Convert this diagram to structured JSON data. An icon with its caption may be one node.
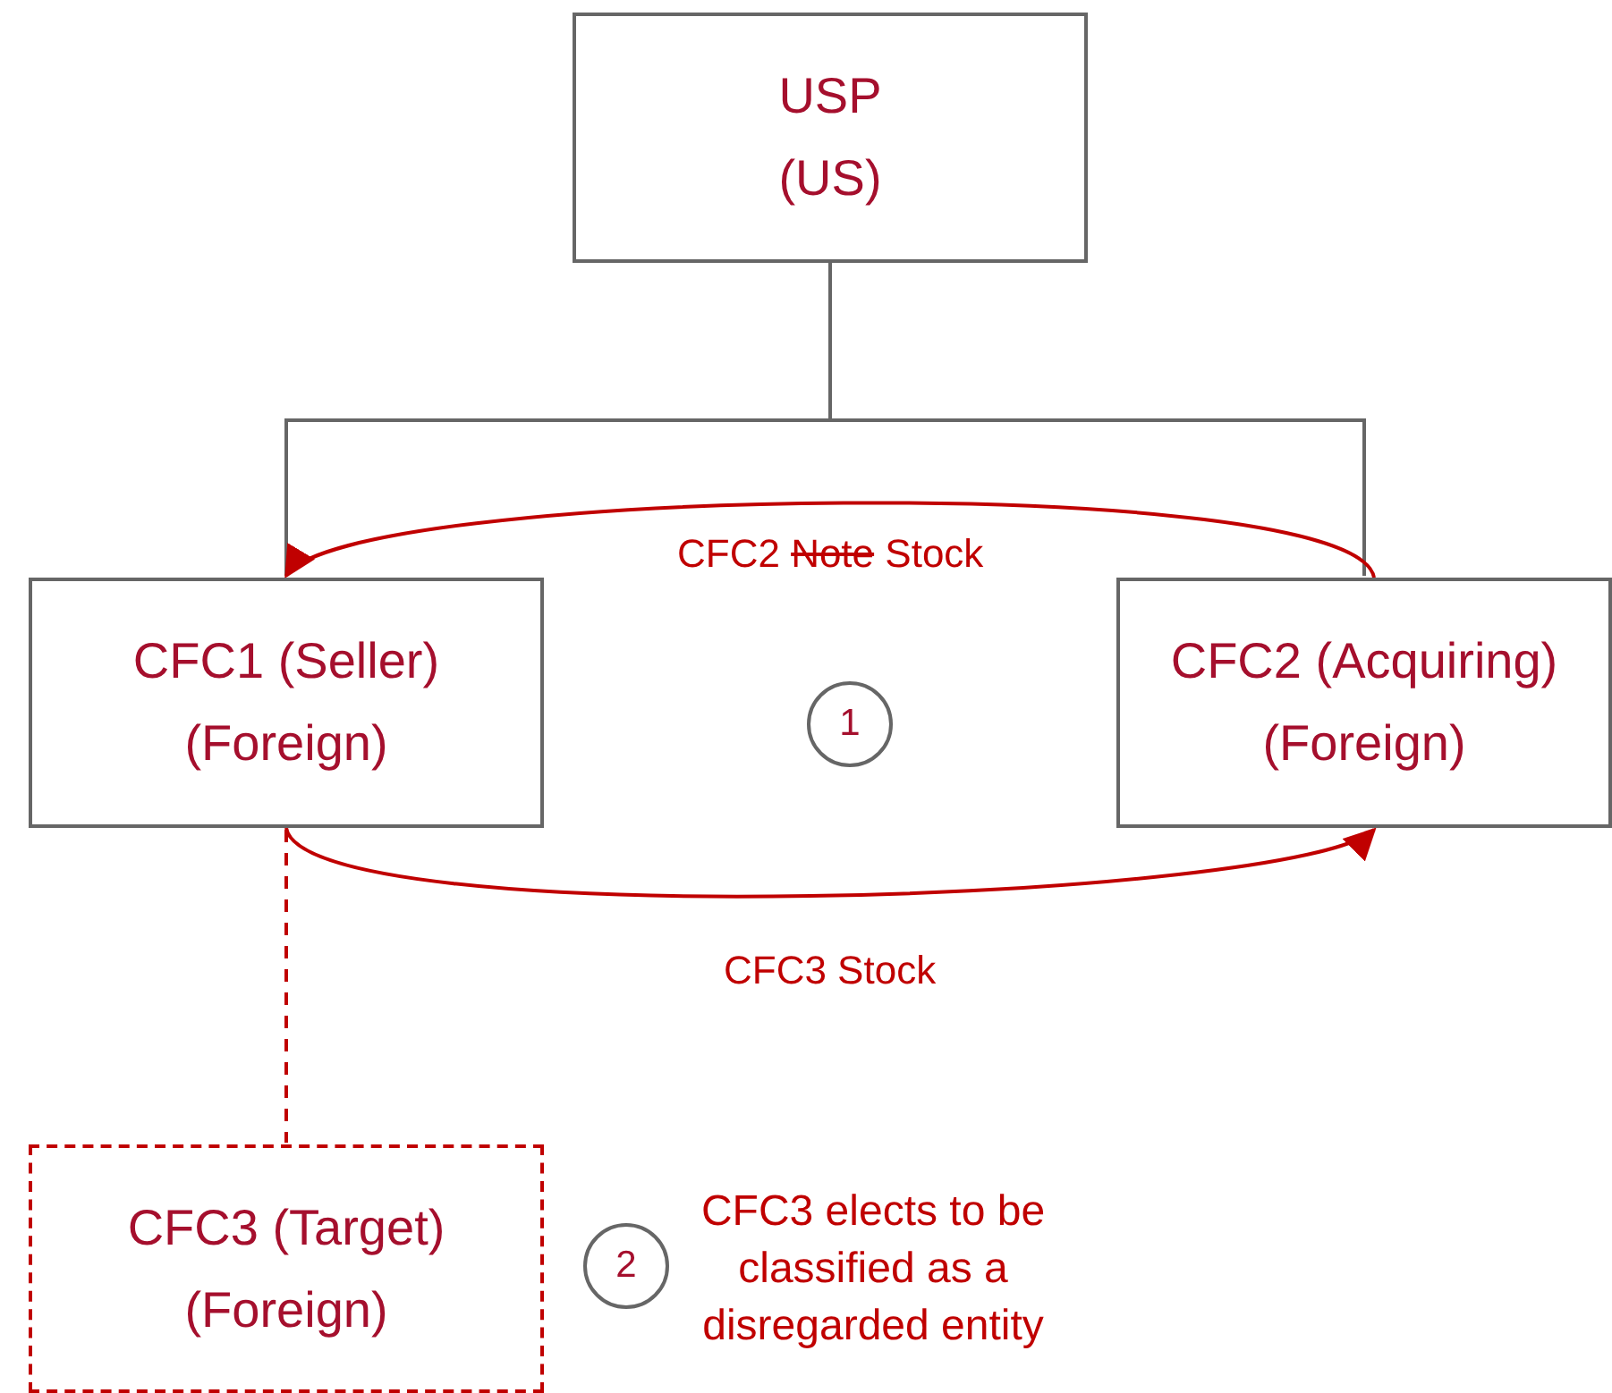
{
  "diagram": {
    "nodes": [
      {
        "text": [
          "USP",
          "(US)"
        ]
      },
      {
        "text": [
          "CFC1 (Seller)",
          "(Foreign)"
        ]
      },
      {
        "text": [
          "CFC2 (Acquiring)",
          "(Foreign)"
        ]
      },
      {
        "text": [
          "CFC3 (Target)",
          "(Foreign)"
        ]
      },
      {
        "text": [
          "1"
        ]
      },
      {
        "text": [
          "2"
        ]
      }
    ],
    "edges": [
      {
        "from": 0,
        "to": 1,
        "arrow": "none",
        "color": "#666666"
      },
      {
        "from": 0,
        "to": 2,
        "arrow": "none",
        "color": "#666666"
      },
      {
        "from": 2,
        "to": 1,
        "arrow": "to",
        "label": "CFC2 Note Stock"
      },
      {
        "from": 1,
        "to": 2,
        "arrow": "to",
        "label": "CFC3 Stock"
      },
      {
        "from": 1,
        "to": 3,
        "arrow": "none",
        "style": "dashed"
      }
    ],
    "labels": [
      "CFC3 elects to be classified as a disregarded entity"
    ]
  }
}
